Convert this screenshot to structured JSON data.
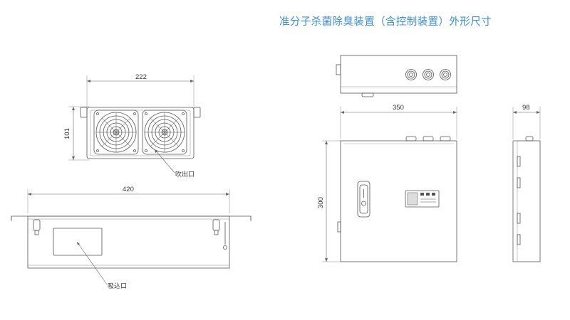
{
  "title": "准分子杀菌除臭装置（含控制装置）外形尺寸",
  "dimensions": {
    "fan_width": "222",
    "fan_height": "101",
    "unit_length": "420",
    "box_width": "350",
    "box_height": "300",
    "box_depth": "98"
  },
  "labels": {
    "outlet": "吹出口",
    "inlet": "吸込口"
  },
  "colors": {
    "title": "#3b8fd0",
    "line": "#555555"
  }
}
